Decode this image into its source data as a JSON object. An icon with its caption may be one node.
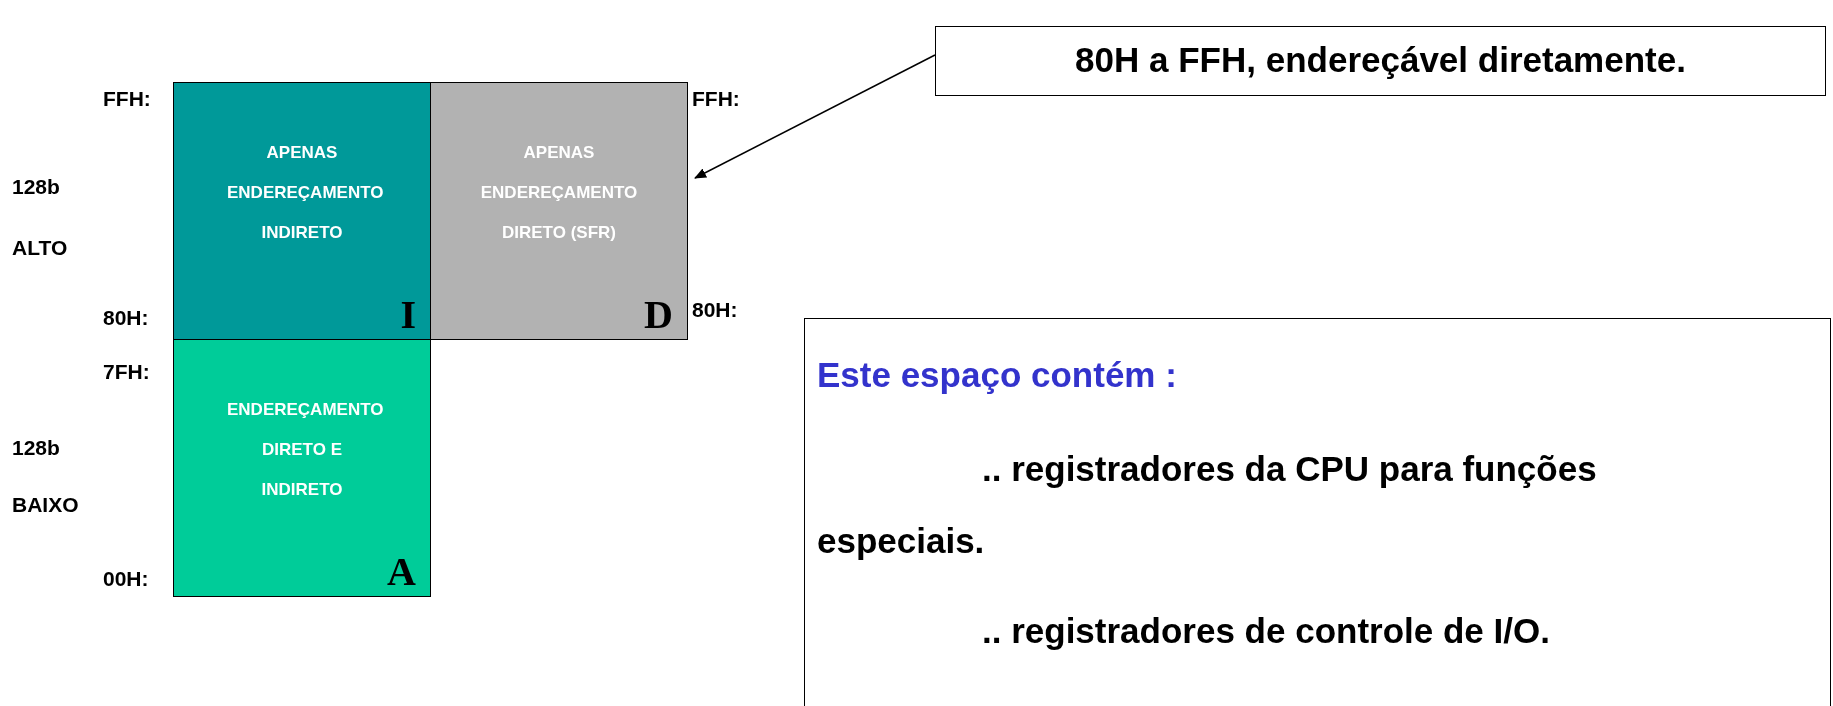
{
  "diagram": {
    "nodes": [
      {
        "text": [
          "APENAS ENDEREÇAMENTO INDIRETO",
          "I"
        ]
      },
      {
        "text": [
          "APENAS ENDEREÇAMENTO DIRETO (SFR)",
          "D"
        ]
      },
      {
        "text": [
          "ENDEREÇAMENTO DIRETO E INDIRETO",
          "A"
        ]
      },
      {
        "text": [
          "80H a FFH, endereçável diretamente."
        ]
      },
      {
        "text": [
          "Este espaço contém :",
          ".. registradores da CPU para funções especiais.",
          ".. registradores de controle de I/O."
        ]
      }
    ],
    "edges": [
      {
        "from": 3,
        "to": 1,
        "arrow": "to"
      }
    ],
    "labels": [
      "FFH:",
      "FFH:",
      "128b",
      "ALTO",
      "80H:",
      "80H:",
      "7FH:",
      "128b",
      "BAIXO",
      "00H:"
    ]
  }
}
